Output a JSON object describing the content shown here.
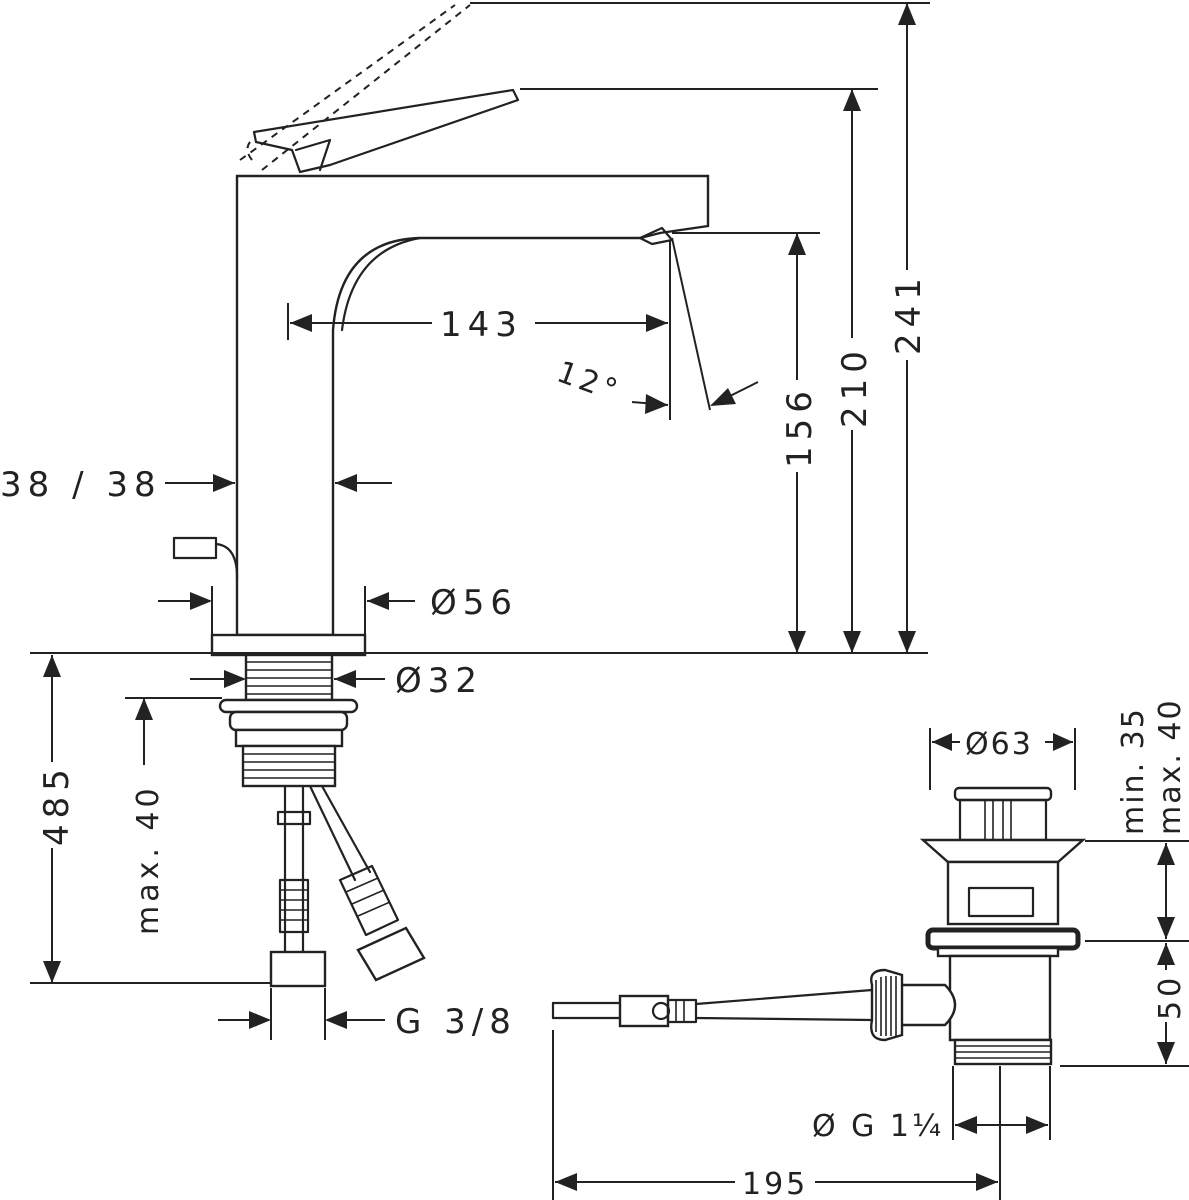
{
  "dimensions": {
    "spout_reach": "143",
    "spout_angle": "12°",
    "spout_outlet_height": "156",
    "lever_height": "210",
    "total_height": "241",
    "body_width": "38 / 38",
    "base_diameter": "Ø56",
    "shank_diameter": "Ø32",
    "hose_length": "485",
    "max_counter_thickness": "max. 40",
    "hose_thread": "G 3/8",
    "waste_cap_diameter": "Ø63",
    "waste_min_max_a": "min. 35",
    "waste_min_max_b": "max. 40",
    "waste_height": "50",
    "waste_thread": "Ø G 1¼",
    "pull_rod_length": "195"
  }
}
